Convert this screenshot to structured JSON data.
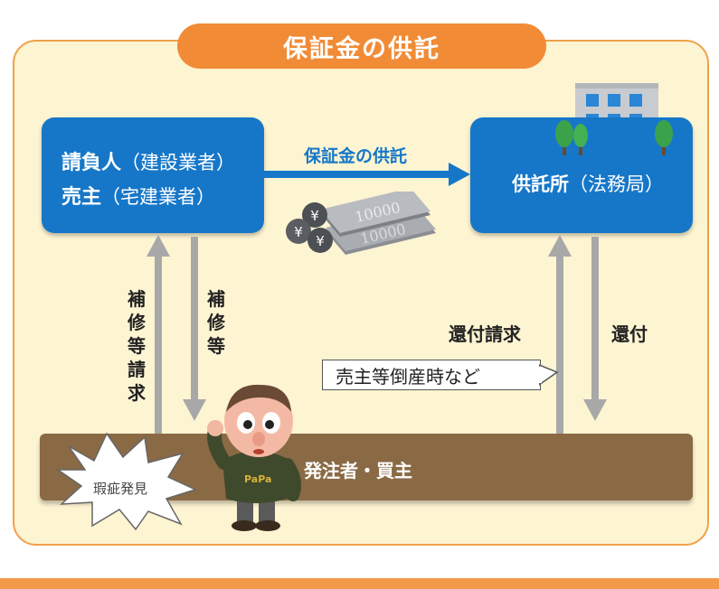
{
  "title": "保証金の供託",
  "contractor_box": {
    "line1_bold": "請負人",
    "line1_rest": "（建設業者）",
    "line2_bold": "売主",
    "line2_rest": "（宅建業者）"
  },
  "depository_box": {
    "bold": "供託所",
    "rest": "（法務局）"
  },
  "deposit_arrow_label": "保証金の供託",
  "repair_request_label": "補修等請求",
  "repair_label": "補修等",
  "refund_request_label": "還付請求",
  "refund_label": "還付",
  "callout_text": "売主等倒産時など",
  "ground_label": "発注者・買主",
  "defect_burst_label": "瑕疵発見",
  "banknote_text": "10000",
  "coin_symbol": "¥",
  "colors": {
    "title_orange": "#f18b35",
    "panel_fill": "#fdf4d2",
    "box_blue": "#1677c8",
    "arrow_gray": "#a8a8a8",
    "ground_brown": "#8a6a45"
  },
  "icons": [
    "building-icon",
    "tree-icon",
    "banknote-icon",
    "yen-coin-icon",
    "mascot-figure",
    "burst-shape"
  ]
}
